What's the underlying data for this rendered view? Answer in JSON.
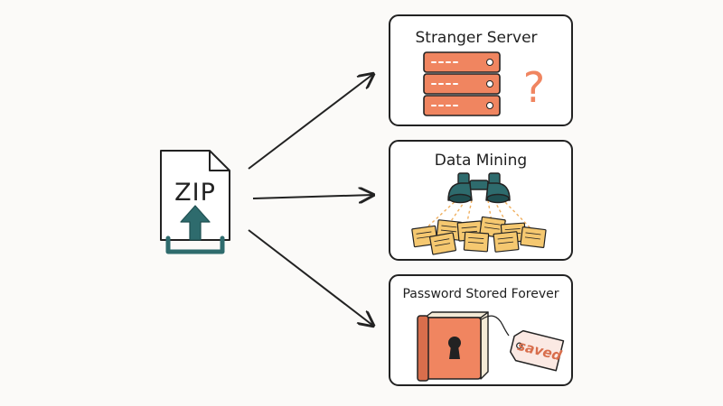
{
  "zip_file": {
    "label": "ZIP"
  },
  "panels": [
    {
      "id": "stranger-server",
      "title": "Stranger Server",
      "symbol": "?"
    },
    {
      "id": "data-mining",
      "title": "Data Mining"
    },
    {
      "id": "password-stored",
      "title": "Password Stored Forever",
      "tag": "saved"
    }
  ],
  "colors": {
    "orange": "#f08560",
    "orange_dark": "#d86e4c",
    "teal": "#2e6b6d",
    "paper": "#f5c870",
    "outline": "#222222",
    "background": "#fbfaf8"
  }
}
